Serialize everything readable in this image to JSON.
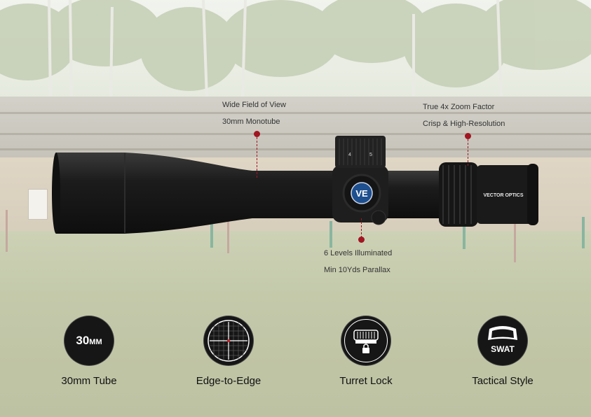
{
  "callouts": {
    "top_left": {
      "line1": "Wide Field of View",
      "line2": "30mm Monotube"
    },
    "top_right": {
      "line1": "True 4x Zoom Factor",
      "line2": "Crisp & High-Resolution"
    },
    "bottom": {
      "line1": "6 Levels Illuminated",
      "line2": "Min 10Yds Parallax"
    }
  },
  "scope": {
    "brand": "VECTOR OPTICS",
    "turret_marks": [
      "4",
      "5"
    ]
  },
  "features": [
    {
      "label": "30mm Tube",
      "icon": "30mm-icon",
      "badge_text": "30",
      "badge_unit": "MM"
    },
    {
      "label": "Edge-to-Edge",
      "icon": "reticle-icon"
    },
    {
      "label": "Turret Lock",
      "icon": "turret-lock-icon"
    },
    {
      "label": "Tactical Style",
      "icon": "tactical-goggles-icon",
      "badge_text": "SWAT"
    }
  ],
  "colors": {
    "accent": "#a11622",
    "scope_body": "#1a1a1a",
    "badge": "#161616"
  }
}
